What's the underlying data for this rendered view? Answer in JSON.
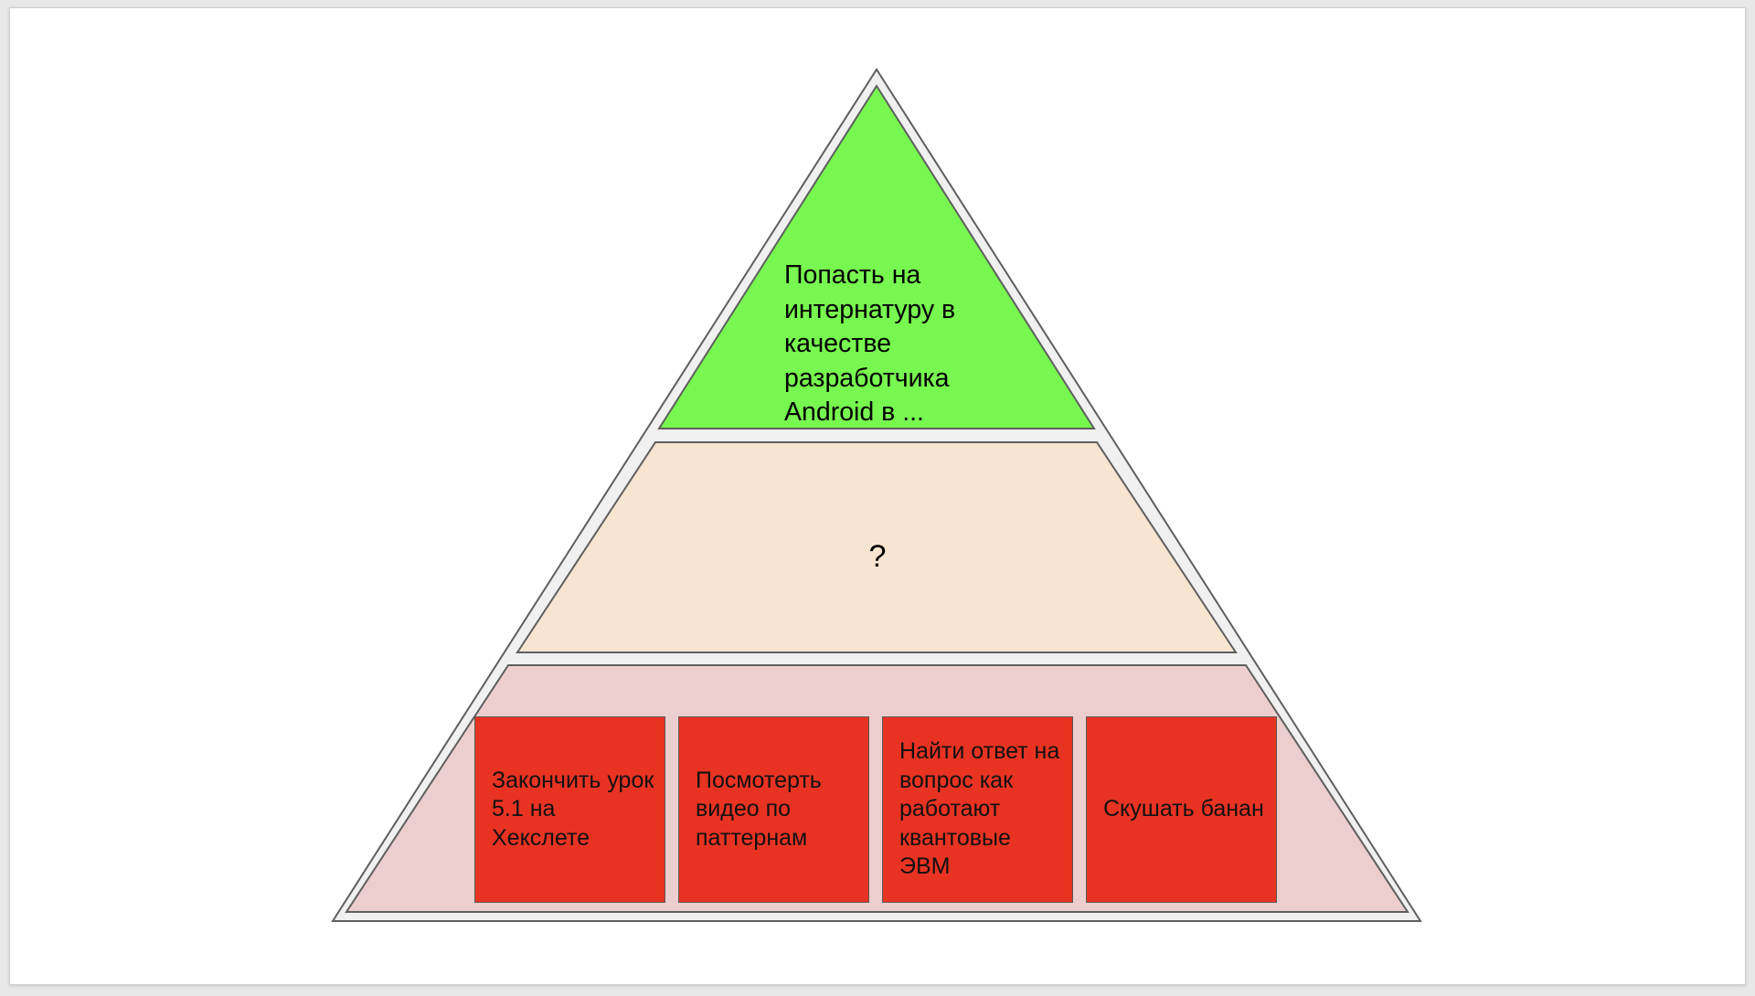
{
  "diagram": {
    "colors": {
      "outline": "#5f5f5f",
      "background_fill": "#f0f0f0",
      "top_fill": "#77f74f",
      "middle_fill": "#f7e4d1",
      "bottom_fill": "#edcece",
      "box_fill": "#e83323"
    },
    "top_tier": {
      "label": "Попасть на интернатуру в качестве разработчика Android в ..."
    },
    "middle_tier": {
      "label": "?"
    },
    "bottom_tier": {
      "boxes": [
        {
          "label": "Закончить урок 5.1 на Хекслете"
        },
        {
          "label": "Посмотерть видео по паттернам"
        },
        {
          "label": "Найти ответ на вопрос как работают квантовые ЭВМ"
        },
        {
          "label": "Скушать банан"
        }
      ]
    }
  }
}
